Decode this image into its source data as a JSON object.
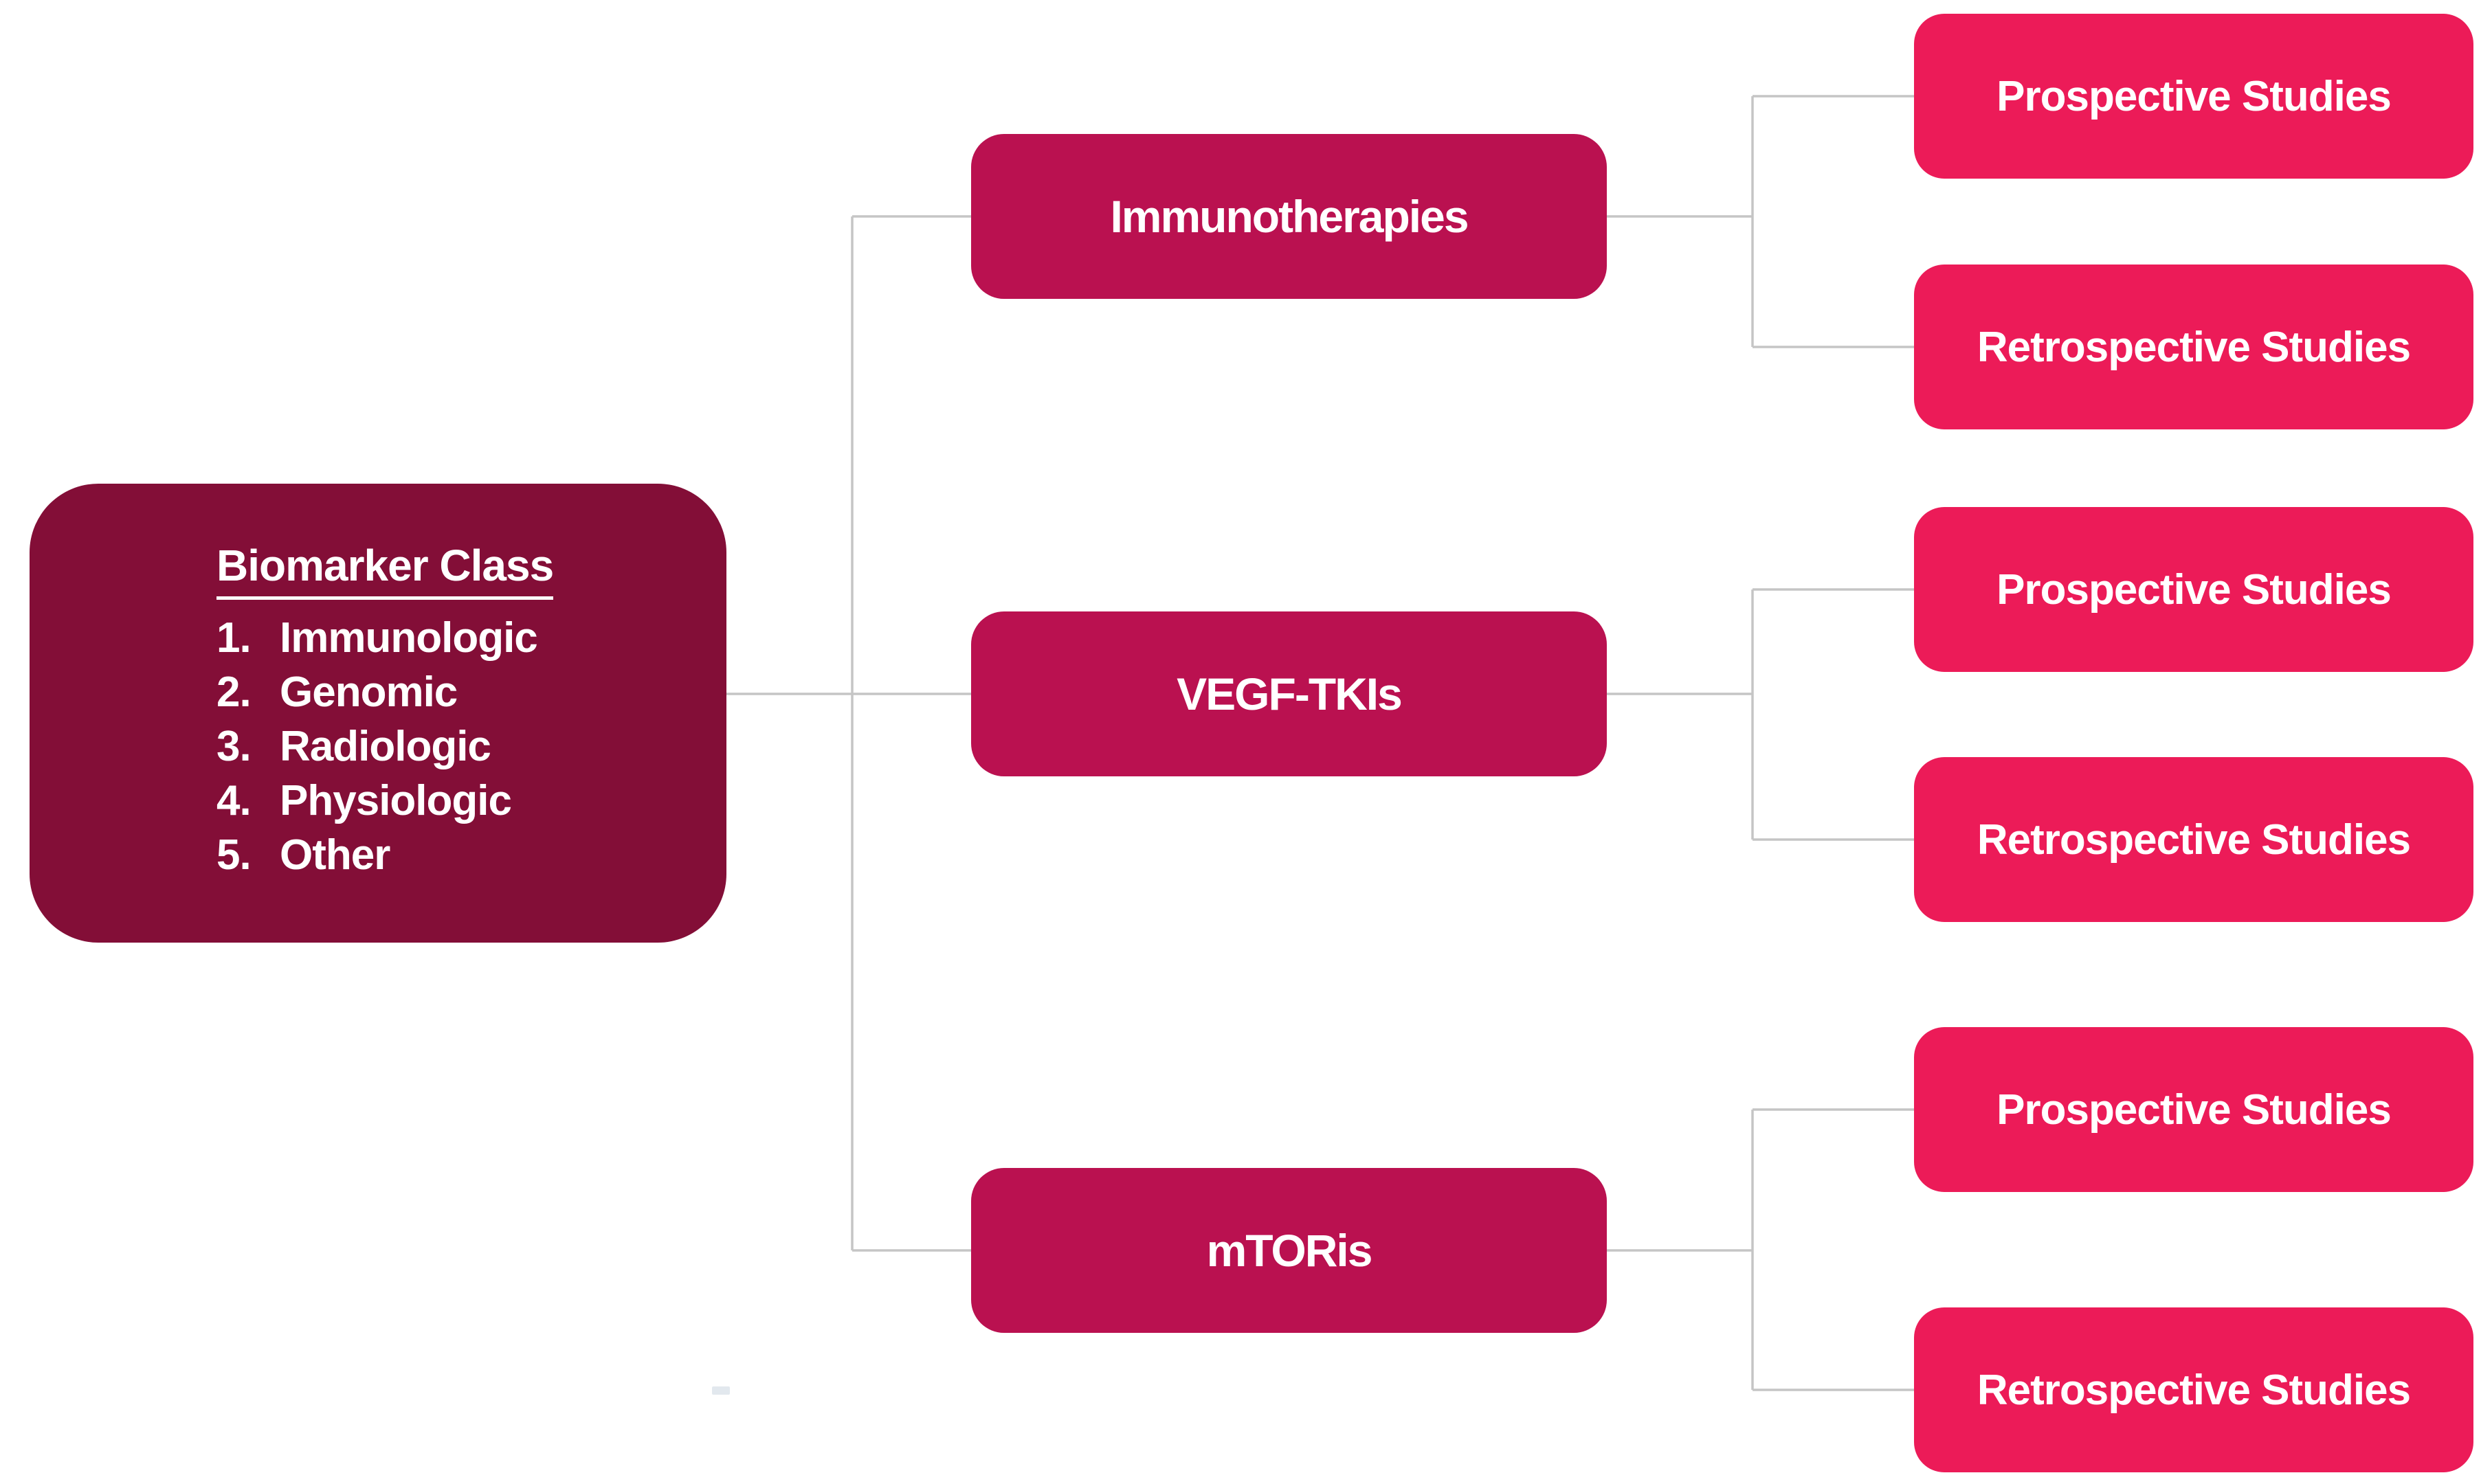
{
  "diagram": {
    "root": {
      "title": "Biomarker Class",
      "items": [
        {
          "num": "1.",
          "label": "Immunologic"
        },
        {
          "num": "2.",
          "label": "Genomic"
        },
        {
          "num": "3.",
          "label": "Radiologic"
        },
        {
          "num": "4.",
          "label": "Physiologic"
        },
        {
          "num": "5.",
          "label": "Other"
        }
      ]
    },
    "branches": [
      {
        "label": "Immunotherapies",
        "children": [
          "Prospective Studies",
          "Retrospective Studies"
        ]
      },
      {
        "label": "VEGF-TKIs",
        "children": [
          "Prospective Studies",
          "Retrospective Studies"
        ]
      },
      {
        "label": "mTORis",
        "children": [
          "Prospective Studies",
          "Retrospective Studies"
        ]
      }
    ],
    "colors": {
      "root": "#830e37",
      "branch": "#ba1150",
      "leaf": "#ec1b58",
      "connector": "#c5c5c5",
      "text": "#ffffff"
    }
  }
}
